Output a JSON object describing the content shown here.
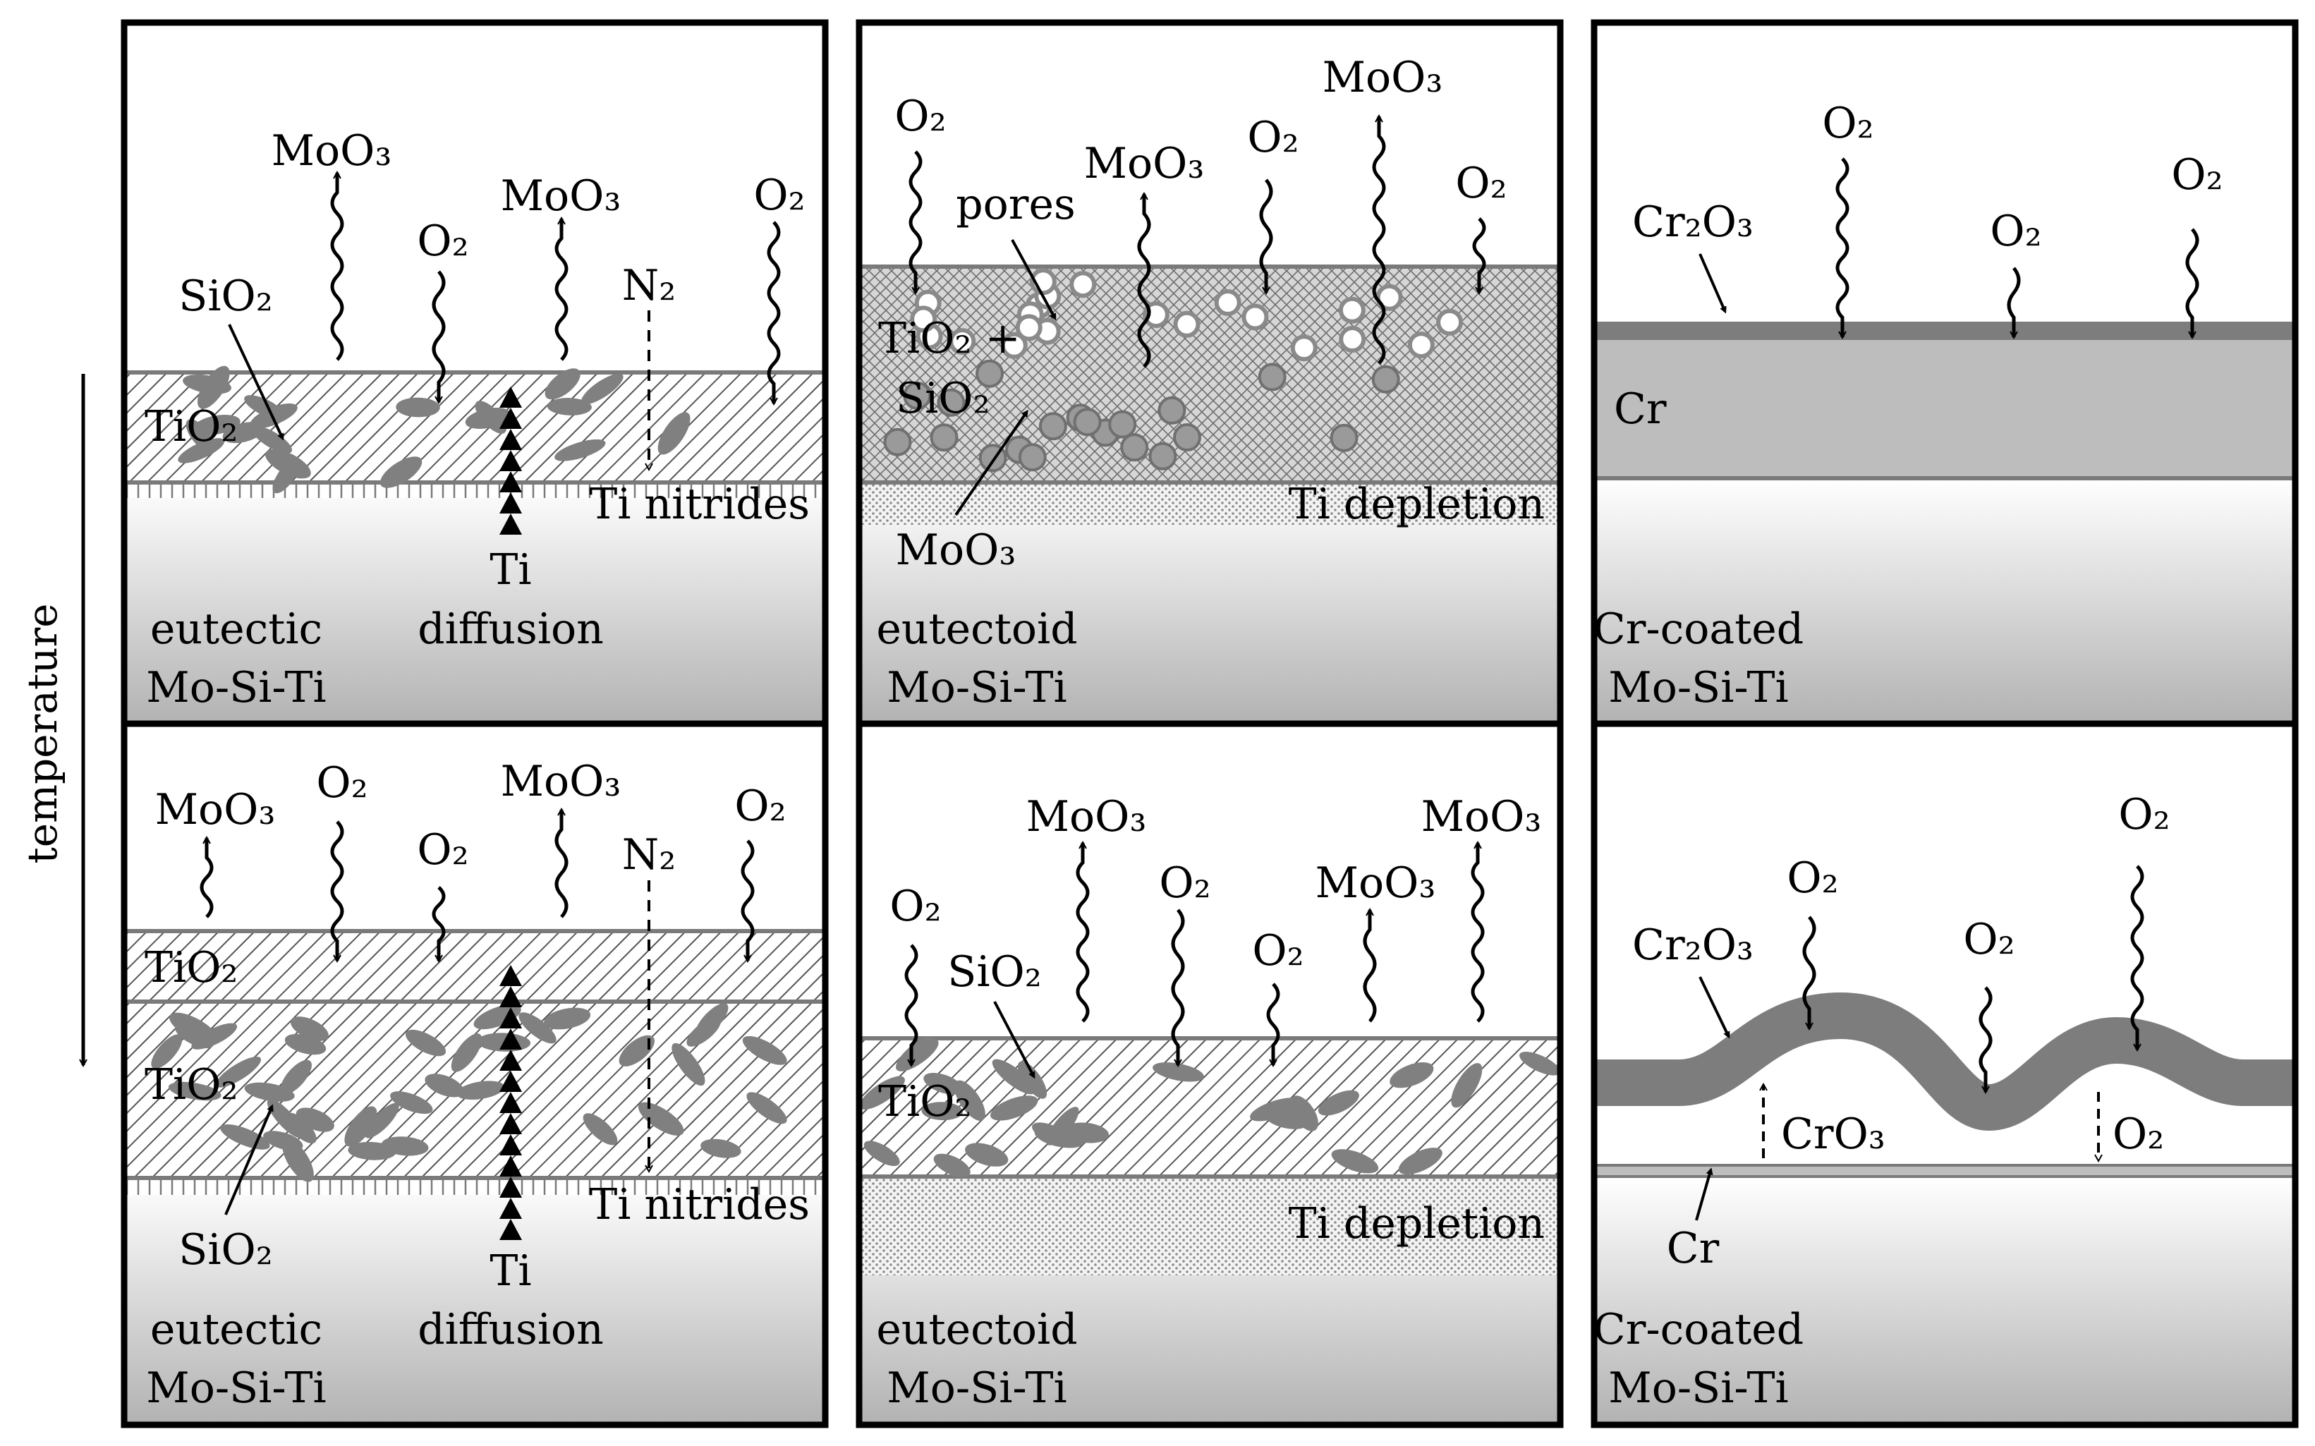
{
  "axis": {
    "label": "temperature"
  },
  "panels": {
    "top_eutectic": {
      "materials": [
        "eutectic",
        "Mo-Si-Ti"
      ],
      "labels": {
        "moo3_a": "MoO₃",
        "moo3_b": "MoO₃",
        "o2_a": "O₂",
        "o2_b": "O₂",
        "n2": "N₂",
        "sio2": "SiO₂",
        "tio2": "TiO₂",
        "nitrides": "Ti nitrides",
        "ti": "Ti",
        "diffusion": "diffusion"
      }
    },
    "top_eutectoid": {
      "materials": [
        "eutectoid",
        "Mo-Si-Ti"
      ],
      "labels": {
        "o2_a": "O₂",
        "o2_b": "O₂",
        "o2_c": "O₂",
        "moo3_a": "MoO₃",
        "moo3_b": "MoO₃",
        "pores": "pores",
        "tio2_plus": "TiO₂ +",
        "sio2": "SiO₂",
        "moo3_c": "MoO₃",
        "depletion": "Ti depletion"
      }
    },
    "top_cr": {
      "materials": [
        "Cr-coated",
        "Mo-Si-Ti"
      ],
      "labels": {
        "cr2o3": "Cr₂O₃",
        "o2_a": "O₂",
        "o2_b": "O₂",
        "o2_c": "O₂",
        "cr": "Cr"
      }
    },
    "bottom_eutectic": {
      "materials": [
        "eutectic",
        "Mo-Si-Ti"
      ],
      "labels": {
        "moo3_a": "MoO₃",
        "moo3_b": "MoO₃",
        "o2_a": "O₂",
        "o2_b": "O₂",
        "o2_c": "O₂",
        "n2": "N₂",
        "tio2_a": "TiO₂",
        "tio2_b": "TiO₂",
        "sio2": "SiO₂",
        "nitrides": "Ti nitrides",
        "ti": "Ti",
        "diffusion": "diffusion"
      }
    },
    "bottom_eutectoid": {
      "materials": [
        "eutectoid",
        "Mo-Si-Ti"
      ],
      "labels": {
        "o2_a": "O₂",
        "o2_b": "O₂",
        "o2_c": "O₂",
        "moo3_a": "MoO₃",
        "moo3_b": "MoO₃",
        "moo3_c": "MoO₃",
        "sio2": "SiO₂",
        "tio2": "TiO₂",
        "depletion": "Ti depletion"
      }
    },
    "bottom_cr": {
      "materials": [
        "Cr-coated",
        "Mo-Si-Ti"
      ],
      "labels": {
        "cr2o3": "Cr₂O₃",
        "o2_a": "O₂",
        "o2_b": "O₂",
        "o2_c": "O₂",
        "cro3": "CrO₃",
        "o2_d": "O₂",
        "cr": "Cr"
      }
    }
  },
  "colors": {
    "oxide_gray": "#808080",
    "layer_line": "#7a7a7a",
    "hatch": "#555555",
    "pore_fill": "#9a9a9a",
    "cr_layer": "#bdbdbd",
    "cr2o3_layer": "#7d7d7d"
  }
}
